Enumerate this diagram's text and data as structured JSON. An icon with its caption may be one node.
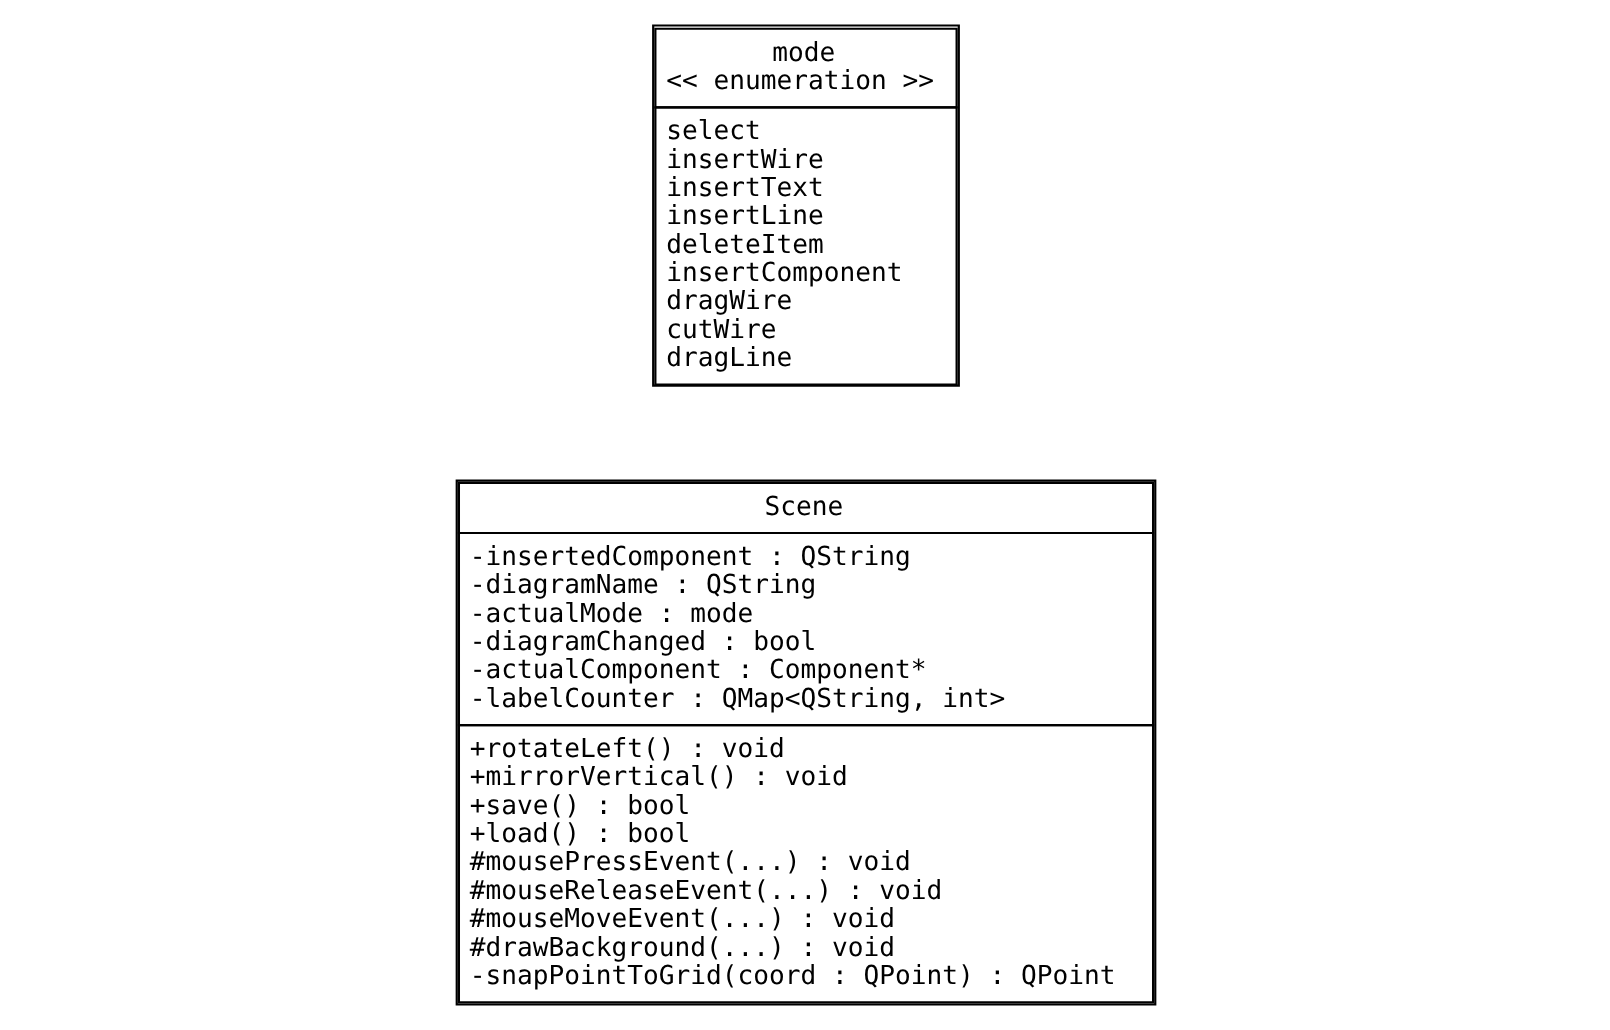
{
  "diagram": {
    "nodes": [
      {
        "text": [
          "Scene",
          "-insertedComponent : QString",
          "-diagramName : QString",
          "-actualMode : mode",
          "-diagramChanged : bool",
          "-actualComponent : Component*",
          "-labelCounter : QMap<QString, int>",
          "+rotateLeft() : void",
          "+mirrorVertical() : void",
          "+save() : bool",
          "+load() : bool",
          "#mousePressEvent(...) : void",
          "#mouseReleaseEvent(...) : void",
          "#mouseMoveEvent(...) : void",
          "#drawBackground(...) : void",
          "-snapPointToGrid(coord : QPoint) : QPoint"
        ]
      },
      {
        "text": [
          "mode",
          "<< enumeration >>",
          "select",
          "insertWire",
          "insertText",
          "insertLine",
          "deleteItem",
          "insertComponent",
          "dragWire",
          "cutWire",
          "dragLine"
        ]
      }
    ]
  }
}
